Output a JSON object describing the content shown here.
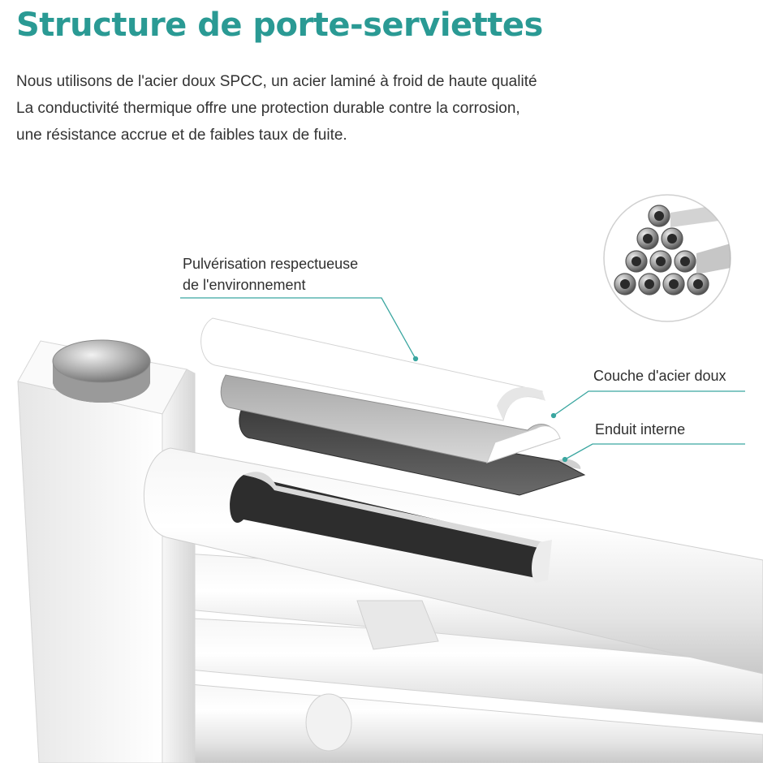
{
  "title": "Structure de porte-serviettes",
  "description": [
    "Nous utilisons de l'acier doux SPCC, un acier laminé à froid de haute qualité",
    "La conductivité thermique offre une protection durable contre la corrosion,",
    "une résistance accrue et de faibles taux de fuite."
  ],
  "labels": {
    "spray_line1": "Pulvérisation respectueuse",
    "spray_line2": "de l'environnement",
    "steel_layer": "Couche d'acier doux",
    "inner_coating": "Enduit interne"
  },
  "colors": {
    "accent": "#2a9a94",
    "callout_line": "#3aa6a0",
    "text": "#333333"
  },
  "icons": [
    "steel-pipes-bundle-icon",
    "towel-rail-cross-section-illustration"
  ]
}
